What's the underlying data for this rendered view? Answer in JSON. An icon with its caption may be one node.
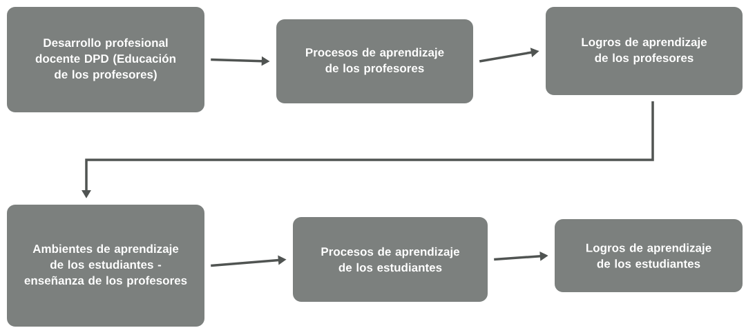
{
  "diagram": {
    "nodes": [
      {
        "text": [
          "Desarrollo profesional docente DPD (Educación de los profesores)"
        ]
      },
      {
        "text": [
          "Procesos de aprendizaje de los profesores"
        ]
      },
      {
        "text": [
          "Logros de aprendizaje de los profesores"
        ]
      },
      {
        "text": [
          "Ambientes de aprendizaje de los estudiantes - enseñanza de los profesores"
        ]
      },
      {
        "text": [
          "Procesos de aprendizaje de los estudiantes"
        ]
      },
      {
        "text": [
          "Logros de aprendizaje de los estudiantes"
        ]
      }
    ],
    "edges": [
      {
        "from": 0,
        "to": 1,
        "arrow": "to"
      },
      {
        "from": 1,
        "to": 2,
        "arrow": "to"
      },
      {
        "from": 2,
        "to": 3,
        "arrow": "to"
      },
      {
        "from": 3,
        "to": 4,
        "arrow": "to"
      },
      {
        "from": 4,
        "to": 5,
        "arrow": "to"
      }
    ]
  }
}
